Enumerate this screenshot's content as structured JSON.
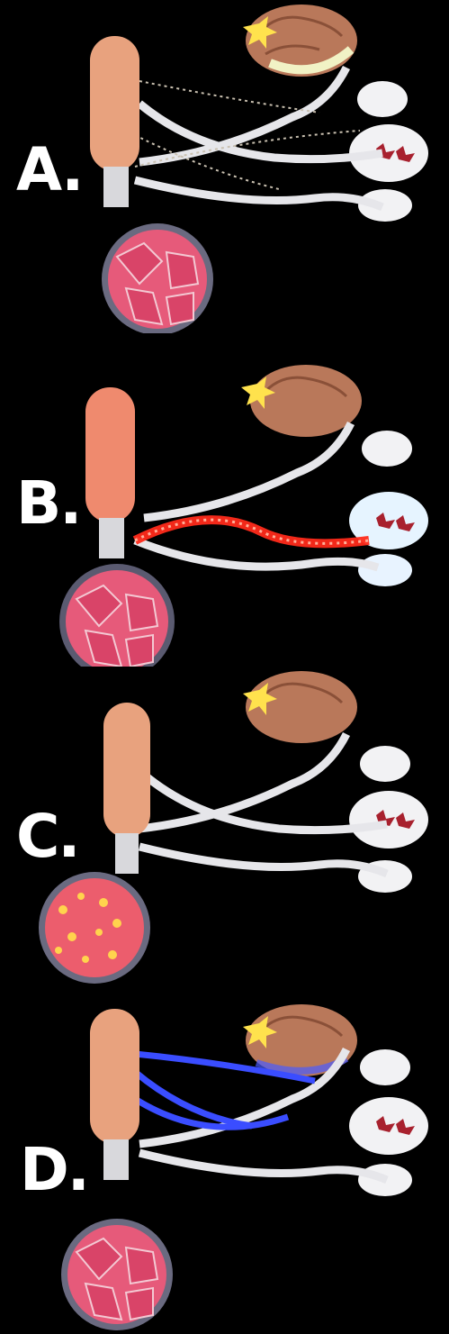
{
  "panels": [
    {
      "label": "A.",
      "highlight": "brain",
      "glow": "#fff8b0"
    },
    {
      "label": "B.",
      "highlight": "motor-efferent",
      "glow": "#ff2a1a"
    },
    {
      "label": "C.",
      "highlight": "muscle-fibers",
      "glow": "#ffd34d"
    },
    {
      "label": "D.",
      "highlight": "sensory-afferent",
      "glow": "#3a4dff"
    }
  ],
  "colors": {
    "background": "#000000",
    "finger": "#e8a27e",
    "muscle": "#e65a7a",
    "brain": "#b9785a",
    "spinal": "#f2f2f4"
  }
}
